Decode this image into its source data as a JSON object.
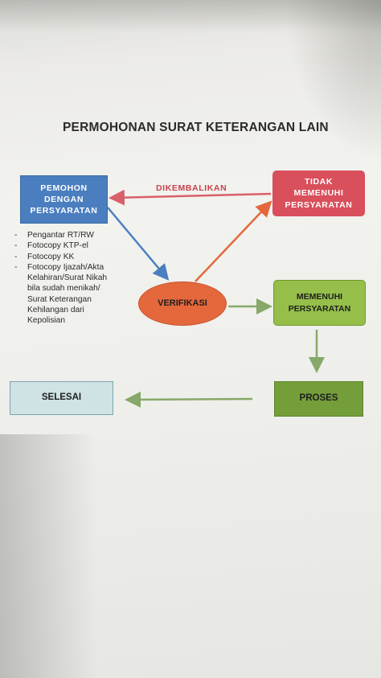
{
  "title": "PERMOHONAN SURAT KETERANGAN LAIN",
  "nodes": {
    "pemohon": "PEMOHON\nDENGAN\nPERSYARATAN",
    "tidak_memenuhi": "TIDAK\nMEMENUHI\nPERSYARATAN",
    "verifikasi": "VERIFIKASI",
    "memenuhi": "MEMENUHI\nPERSYARATAN",
    "proses": "PROSES",
    "selesai": "SELESAI"
  },
  "edge_labels": {
    "dikembalikan": "DIKEMBALIKAN"
  },
  "requirements": [
    "Pengantar RT/RW",
    "Fotocopy KTP-el",
    "Fotocopy KK",
    "Fotocopy Ijazah/Akta\nKelahiran/Surat Nikah\nbila sudah menikah/\nSurat Keterangan\nKehilangan dari\nKepolisian"
  ],
  "colors": {
    "pemohon": "#4a7ebf",
    "tidak_memenuhi": "#d94f5c",
    "verifikasi": "#e4683c",
    "memenuhi": "#95bf4a",
    "proses": "#749e3a",
    "selesai": "#cfe2e4"
  }
}
